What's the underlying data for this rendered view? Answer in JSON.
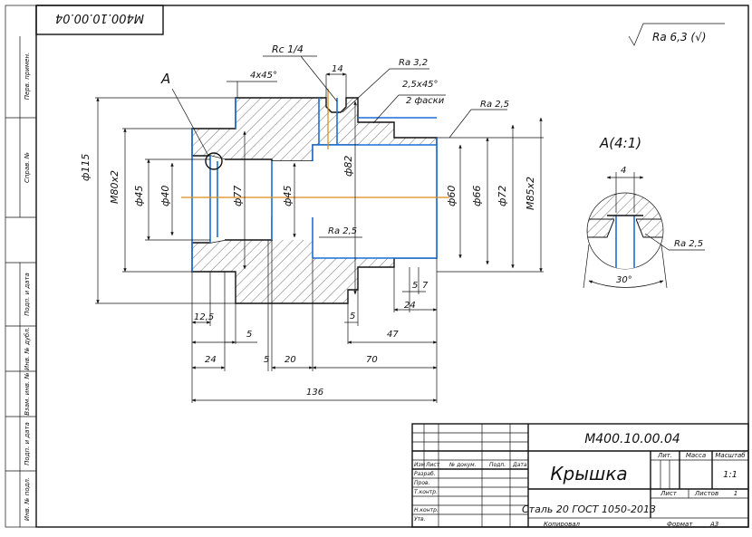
{
  "drawing": {
    "top_code": "М400.10.00.04",
    "roughness_general": "Ra 6,3 (√)",
    "view_label": "A",
    "detail_label": "A(4:1)",
    "annotations": {
      "thread_pipe": "Rc 1/4",
      "chamfer_small": "4x45°",
      "chamfer_big": "2,5x45°",
      "chamfer_note": "2 фаски",
      "ra32": "Ra 3,2",
      "ra25_top": "Ra 2,5",
      "ra25_bore": "Ra 2,5",
      "ra25_detail": "Ra 2,5"
    },
    "diameters": {
      "d115": "ф115",
      "m80": "М80х2",
      "d45a": "ф45",
      "d40": "ф40",
      "d77": "ф77",
      "d45b": "ф45",
      "d82": "ф82",
      "d60": "ф60",
      "d66": "ф66",
      "d72": "ф72",
      "m85": "М85х2"
    },
    "lengths": {
      "l14": "14",
      "l5a": "5",
      "l7": "7",
      "l24a": "24",
      "l5b": "5",
      "l47": "47",
      "l12_5": "12,5",
      "l5c": "5",
      "l24b": "24",
      "l5d": "5",
      "l20": "20",
      "l70": "70",
      "l136": "136"
    },
    "detail": {
      "width": "4",
      "angle": "30°"
    }
  },
  "side_strip": {
    "labels": [
      "Перв. примен.",
      "Справ. №",
      "Подп. и дата",
      "Инв. № дубл.",
      "Взам. инв. №",
      "Подп. и дата",
      "Инв. № подл."
    ]
  },
  "title_block": {
    "code": "М400.10.00.04",
    "name": "Крышка",
    "material": "Сталь 20 ГОСТ 1050-2013",
    "col_lit": "Лит.",
    "col_mass": "Масса",
    "col_scale": "Масштаб",
    "scale": "1:1",
    "sheet": "Лист",
    "sheets": "Листов",
    "sheets_count": "1",
    "rows": {
      "izm": "Изм",
      "list": "Лист",
      "doc": "№ докум.",
      "sign": "Подп.",
      "date": "Дата",
      "razrab": "Разраб.",
      "prov": "Пров.",
      "tkontr": "Т.контр.",
      "nkontr": "Н.контр.",
      "utv": "Утв."
    },
    "copied": "Копировал",
    "format": "Формат",
    "format_value": "А3"
  }
}
